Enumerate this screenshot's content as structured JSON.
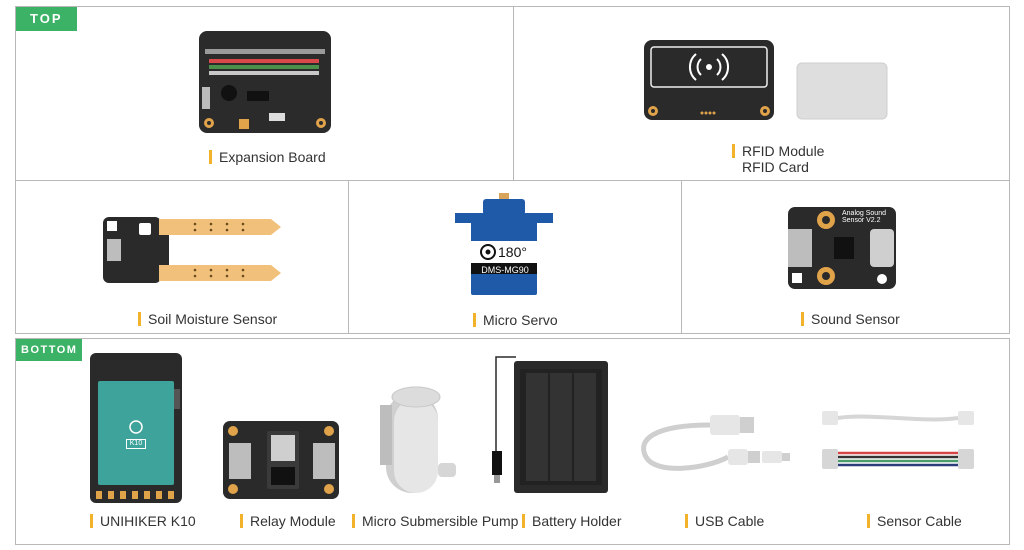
{
  "top_section": {
    "tag": "TOP",
    "items": [
      {
        "label": "Expansion Board"
      },
      {
        "label": "RFID Module",
        "label2": "RFID Card"
      },
      {
        "label": "Soil Moisture Sensor"
      },
      {
        "label": "Micro Servo",
        "servo_angle": "180°",
        "servo_model": "DMS-MG90"
      },
      {
        "label": "Sound Sensor",
        "board_text": "Analog Sound Sensor V2.2"
      }
    ]
  },
  "bottom_section": {
    "tag": "BOTTOM",
    "items": [
      {
        "label": "UNIHIKER K10",
        "screen_text": "K10"
      },
      {
        "label": "Relay Module"
      },
      {
        "label": "Micro Submersible Pump"
      },
      {
        "label": "Battery Holder"
      },
      {
        "label": "USB Cable"
      },
      {
        "label": "Sensor Cable"
      }
    ]
  },
  "colors": {
    "tag_green": "#3bb265",
    "label_accent": "#f2b22c",
    "border": "#b8b8b8",
    "pcb_dark": "#2a2a2a",
    "servo_blue": "#1e5aa8"
  }
}
